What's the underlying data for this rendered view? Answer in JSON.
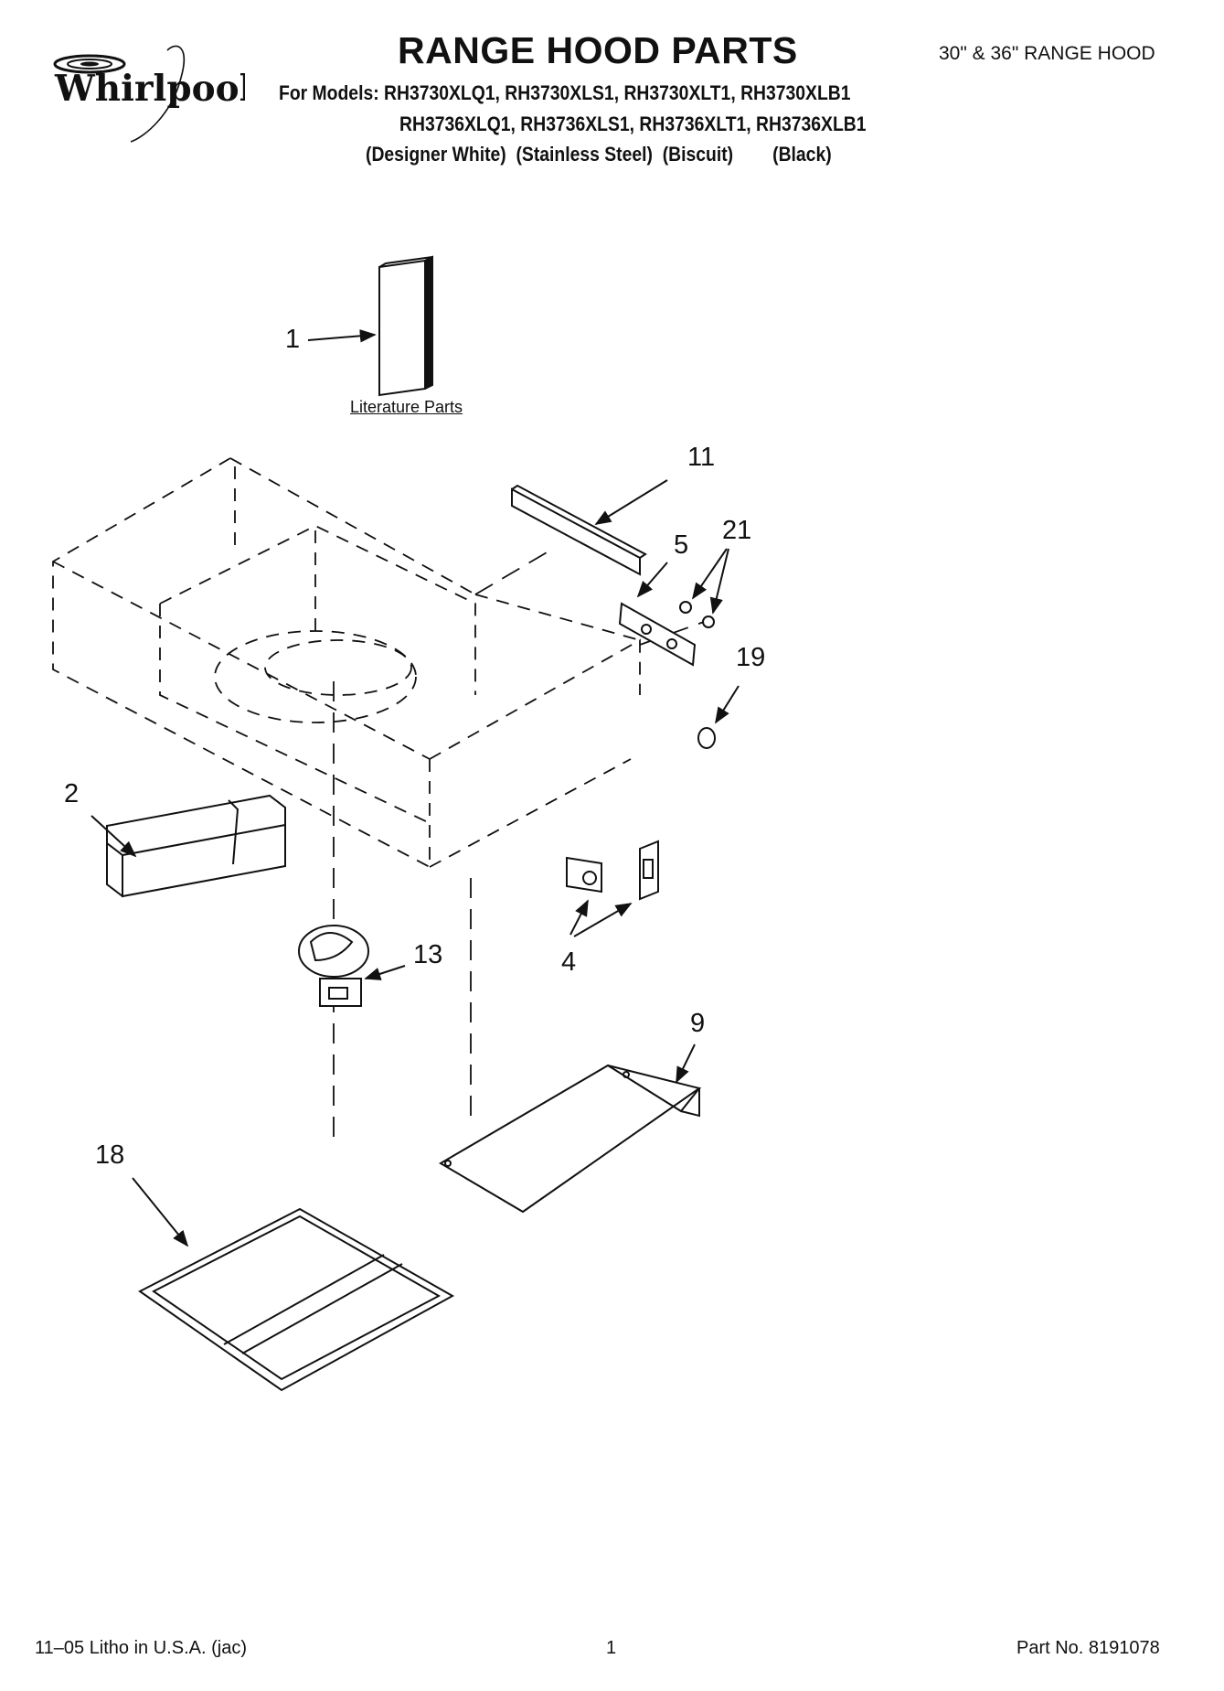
{
  "brand": {
    "name": "Whirlpool"
  },
  "header": {
    "title": "RANGE HOOD PARTS",
    "size_note": "30\" & 36\" RANGE HOOD",
    "models_line1": "For Models: RH3730XLQ1, RH3730XLS1, RH3730XLT1, RH3730XLB1",
    "models_line2": "RH3736XLQ1, RH3736XLS1, RH3736XLT1, RH3736XLB1",
    "colors_line": "(Designer White)  (Stainless Steel)  (Biscuit)        (Black)"
  },
  "diagram": {
    "literature_label": "Literature Parts",
    "callouts": [
      "1",
      "11",
      "5",
      "21",
      "19",
      "2",
      "13",
      "4",
      "9",
      "18"
    ]
  },
  "footer": {
    "litho": "11–05 Litho in U.S.A. (jac)",
    "page": "1",
    "part_no": "Part No. 8191078"
  }
}
